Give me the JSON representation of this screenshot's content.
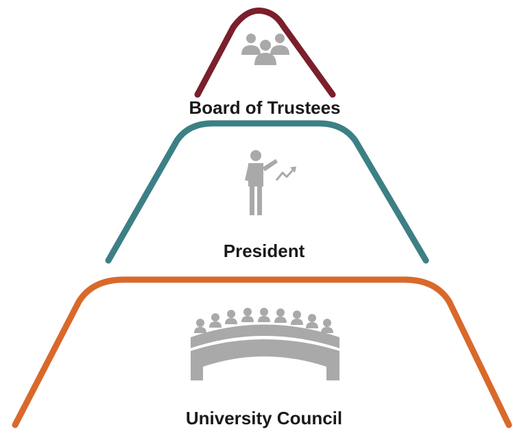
{
  "diagram": {
    "tiers": [
      {
        "label": "Board of Trustees",
        "color": "#7a1f2b",
        "icon": "board-members-icon"
      },
      {
        "label": "President",
        "color": "#3c8085",
        "icon": "presenter-chart-icon"
      },
      {
        "label": "University Council",
        "color": "#d9692b",
        "icon": "council-assembly-icon"
      }
    ],
    "icon_color": "#a9a9a9"
  }
}
